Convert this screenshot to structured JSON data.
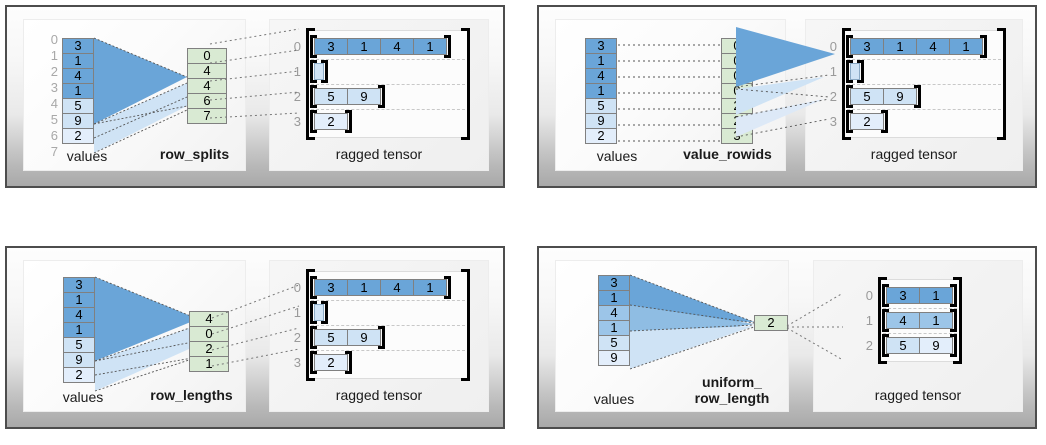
{
  "colors": {
    "value_dark": "#6aa5d8",
    "value_mid": "#9cc5e8",
    "value_light": "#cfe3f5",
    "value_lightest": "#e3eefb",
    "index_box": "#d9ead3",
    "panel_border": "#4d4d4d",
    "bracket": "#000000",
    "index_text": "#a8a8a8"
  },
  "panels": [
    {
      "id": "row_splits",
      "values_label": "values",
      "index_label": "row_splits",
      "tensor_label": "ragged tensor",
      "values": [
        "3",
        "1",
        "4",
        "1",
        "5",
        "9",
        "2"
      ],
      "values_shades": [
        "dark",
        "dark",
        "dark",
        "dark",
        "light",
        "light",
        "lightest"
      ],
      "value_indices": [
        "0",
        "1",
        "2",
        "3",
        "4",
        "5",
        "6",
        "7"
      ],
      "show_value_indices": true,
      "index_values": [
        "0",
        "4",
        "4",
        "6",
        "7"
      ],
      "rows": [
        {
          "label": "0",
          "cells": [
            "3",
            "1",
            "4",
            "1"
          ],
          "shades": [
            "dark",
            "dark",
            "dark",
            "dark"
          ]
        },
        {
          "label": "1",
          "cells": [],
          "shades": []
        },
        {
          "label": "2",
          "cells": [
            "5",
            "9"
          ],
          "shades": [
            "light",
            "light"
          ]
        },
        {
          "label": "3",
          "cells": [
            "2"
          ],
          "shades": [
            "lightest"
          ]
        }
      ]
    },
    {
      "id": "value_rowids",
      "values_label": "values",
      "index_label": "value_rowids",
      "tensor_label": "ragged tensor",
      "values": [
        "3",
        "1",
        "4",
        "1",
        "5",
        "9",
        "2"
      ],
      "values_shades": [
        "dark",
        "dark",
        "dark",
        "dark",
        "light",
        "light",
        "lightest"
      ],
      "value_indices": [],
      "show_value_indices": false,
      "index_values": [
        "0",
        "0",
        "0",
        "0",
        "2",
        "2",
        "3"
      ],
      "rows": [
        {
          "label": "0",
          "cells": [
            "3",
            "1",
            "4",
            "1"
          ],
          "shades": [
            "dark",
            "dark",
            "dark",
            "dark"
          ]
        },
        {
          "label": "1",
          "cells": [],
          "shades": []
        },
        {
          "label": "2",
          "cells": [
            "5",
            "9"
          ],
          "shades": [
            "light",
            "light"
          ]
        },
        {
          "label": "3",
          "cells": [
            "2"
          ],
          "shades": [
            "lightest"
          ]
        }
      ]
    },
    {
      "id": "row_lengths",
      "values_label": "values",
      "index_label": "row_lengths",
      "tensor_label": "ragged tensor",
      "values": [
        "3",
        "1",
        "4",
        "1",
        "5",
        "9",
        "2"
      ],
      "values_shades": [
        "dark",
        "dark",
        "dark",
        "dark",
        "light",
        "light",
        "lightest"
      ],
      "value_indices": [],
      "show_value_indices": false,
      "index_values": [
        "4",
        "0",
        "2",
        "1"
      ],
      "rows": [
        {
          "label": "0",
          "cells": [
            "3",
            "1",
            "4",
            "1"
          ],
          "shades": [
            "dark",
            "dark",
            "dark",
            "dark"
          ]
        },
        {
          "label": "1",
          "cells": [],
          "shades": []
        },
        {
          "label": "2",
          "cells": [
            "5",
            "9"
          ],
          "shades": [
            "light",
            "light"
          ]
        },
        {
          "label": "3",
          "cells": [
            "2"
          ],
          "shades": [
            "lightest"
          ]
        }
      ]
    },
    {
      "id": "uniform_row_length",
      "values_label": "values",
      "index_label": "uniform_\nrow_length",
      "tensor_label": "ragged tensor",
      "values": [
        "3",
        "1",
        "4",
        "1",
        "5",
        "9"
      ],
      "values_shades": [
        "dark",
        "dark",
        "mid",
        "mid",
        "light",
        "lightest"
      ],
      "value_indices": [],
      "show_value_indices": false,
      "index_values": [
        "2"
      ],
      "rows": [
        {
          "label": "0",
          "cells": [
            "3",
            "1"
          ],
          "shades": [
            "dark",
            "dark"
          ]
        },
        {
          "label": "1",
          "cells": [
            "4",
            "1"
          ],
          "shades": [
            "mid",
            "mid"
          ]
        },
        {
          "label": "2",
          "cells": [
            "5",
            "9"
          ],
          "shades": [
            "light",
            "lightest"
          ]
        }
      ]
    }
  ]
}
